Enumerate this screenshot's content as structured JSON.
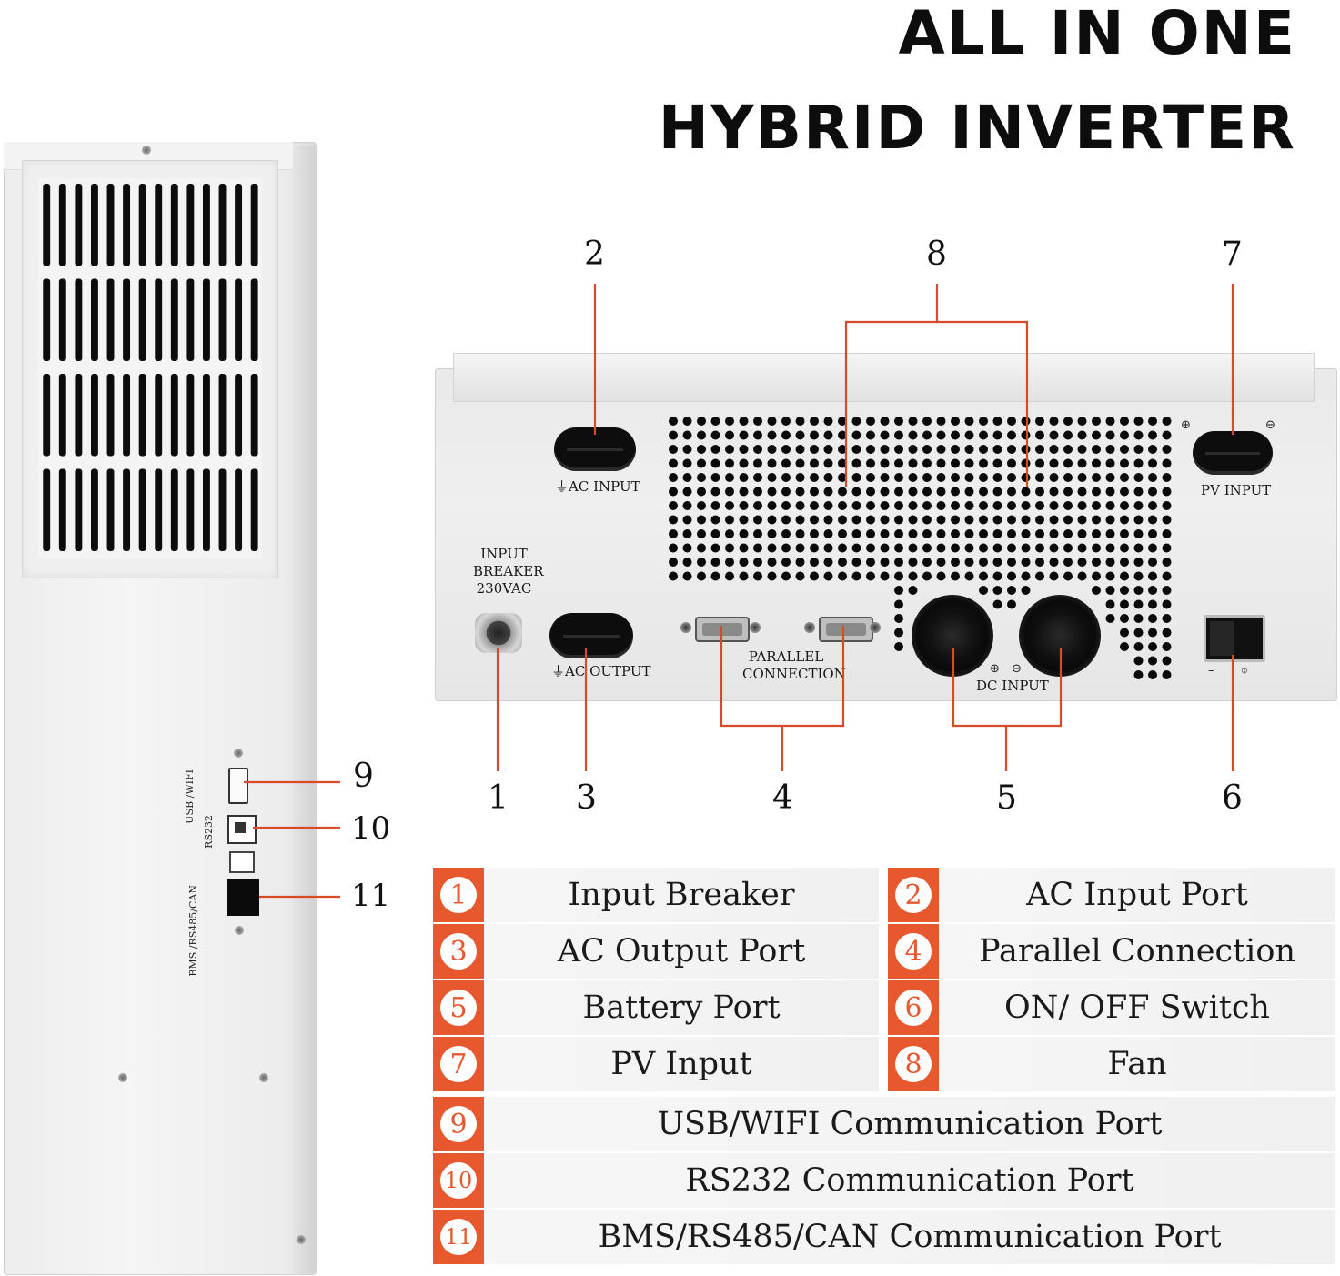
{
  "title": {
    "line1": "ALL IN ONE",
    "line2": "HYBRID INVERTER"
  },
  "callouts": {
    "n1": "1",
    "n2": "2",
    "n3": "3",
    "n4": "4",
    "n5": "5",
    "n6": "6",
    "n7": "7",
    "n8": "8",
    "n9": "9",
    "n10": "10",
    "n11": "11"
  },
  "side_labels": {
    "usb": "USB /WIFI",
    "rs232": "RS232",
    "bms": "BMS /RS485/CAN"
  },
  "unit_labels": {
    "ac_input": "⏚AC INPUT",
    "ac_output": "⏚AC OUTPUT",
    "pv_input": "PV INPUT",
    "breaker_line1": "INPUT",
    "breaker_line2": "BREAKER",
    "breaker_line3": "230VAC",
    "parallel_line1": "PARALLEL",
    "parallel_line2": "CONNECTION",
    "dc_input": "DC INPUT",
    "plus": "⊕",
    "minus": "⊖",
    "switch_off": "–",
    "switch_on": "⌽"
  },
  "legend": [
    {
      "num": "1",
      "label": "Input Breaker"
    },
    {
      "num": "2",
      "label": "AC Input Port"
    },
    {
      "num": "3",
      "label": "AC Output Port"
    },
    {
      "num": "4",
      "label": "Parallel Connection"
    },
    {
      "num": "5",
      "label": "Battery Port"
    },
    {
      "num": "6",
      "label": "ON/ OFF Switch"
    },
    {
      "num": "7",
      "label": "PV Input"
    },
    {
      "num": "8",
      "label": "Fan"
    },
    {
      "num": "9",
      "label": "USB/WIFI Communication Port"
    },
    {
      "num": "10",
      "label": "RS232 Communication Port"
    },
    {
      "num": "11",
      "label": "BMS/RS485/CAN Communication Port"
    }
  ],
  "colors": {
    "accent": "#e8582f",
    "callout_line": "#d94a2a"
  }
}
